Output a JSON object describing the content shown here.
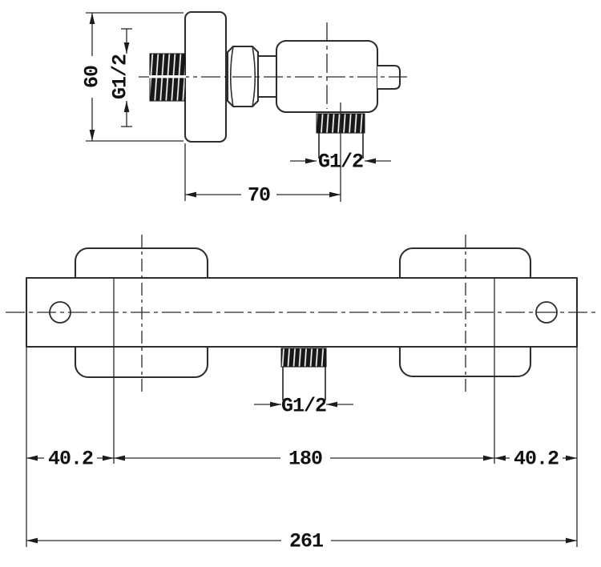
{
  "drawing": {
    "title": "thermostatic-shower-bar-valve-dimension-drawing",
    "background_color": "#ffffff",
    "line_color": "#2e2e2e",
    "text_color": "#111111",
    "side_view": {
      "height_dim": "60",
      "inlet_thread_label": "G1/2",
      "outlet_thread_label": "G1/2",
      "outlet_offset_dim": "70"
    },
    "front_view": {
      "outlet_thread_label": "G1/2",
      "left_margin_dim": "40.2",
      "center_span_dim": "180",
      "right_margin_dim": "40.2",
      "total_width_dim": "261"
    }
  }
}
